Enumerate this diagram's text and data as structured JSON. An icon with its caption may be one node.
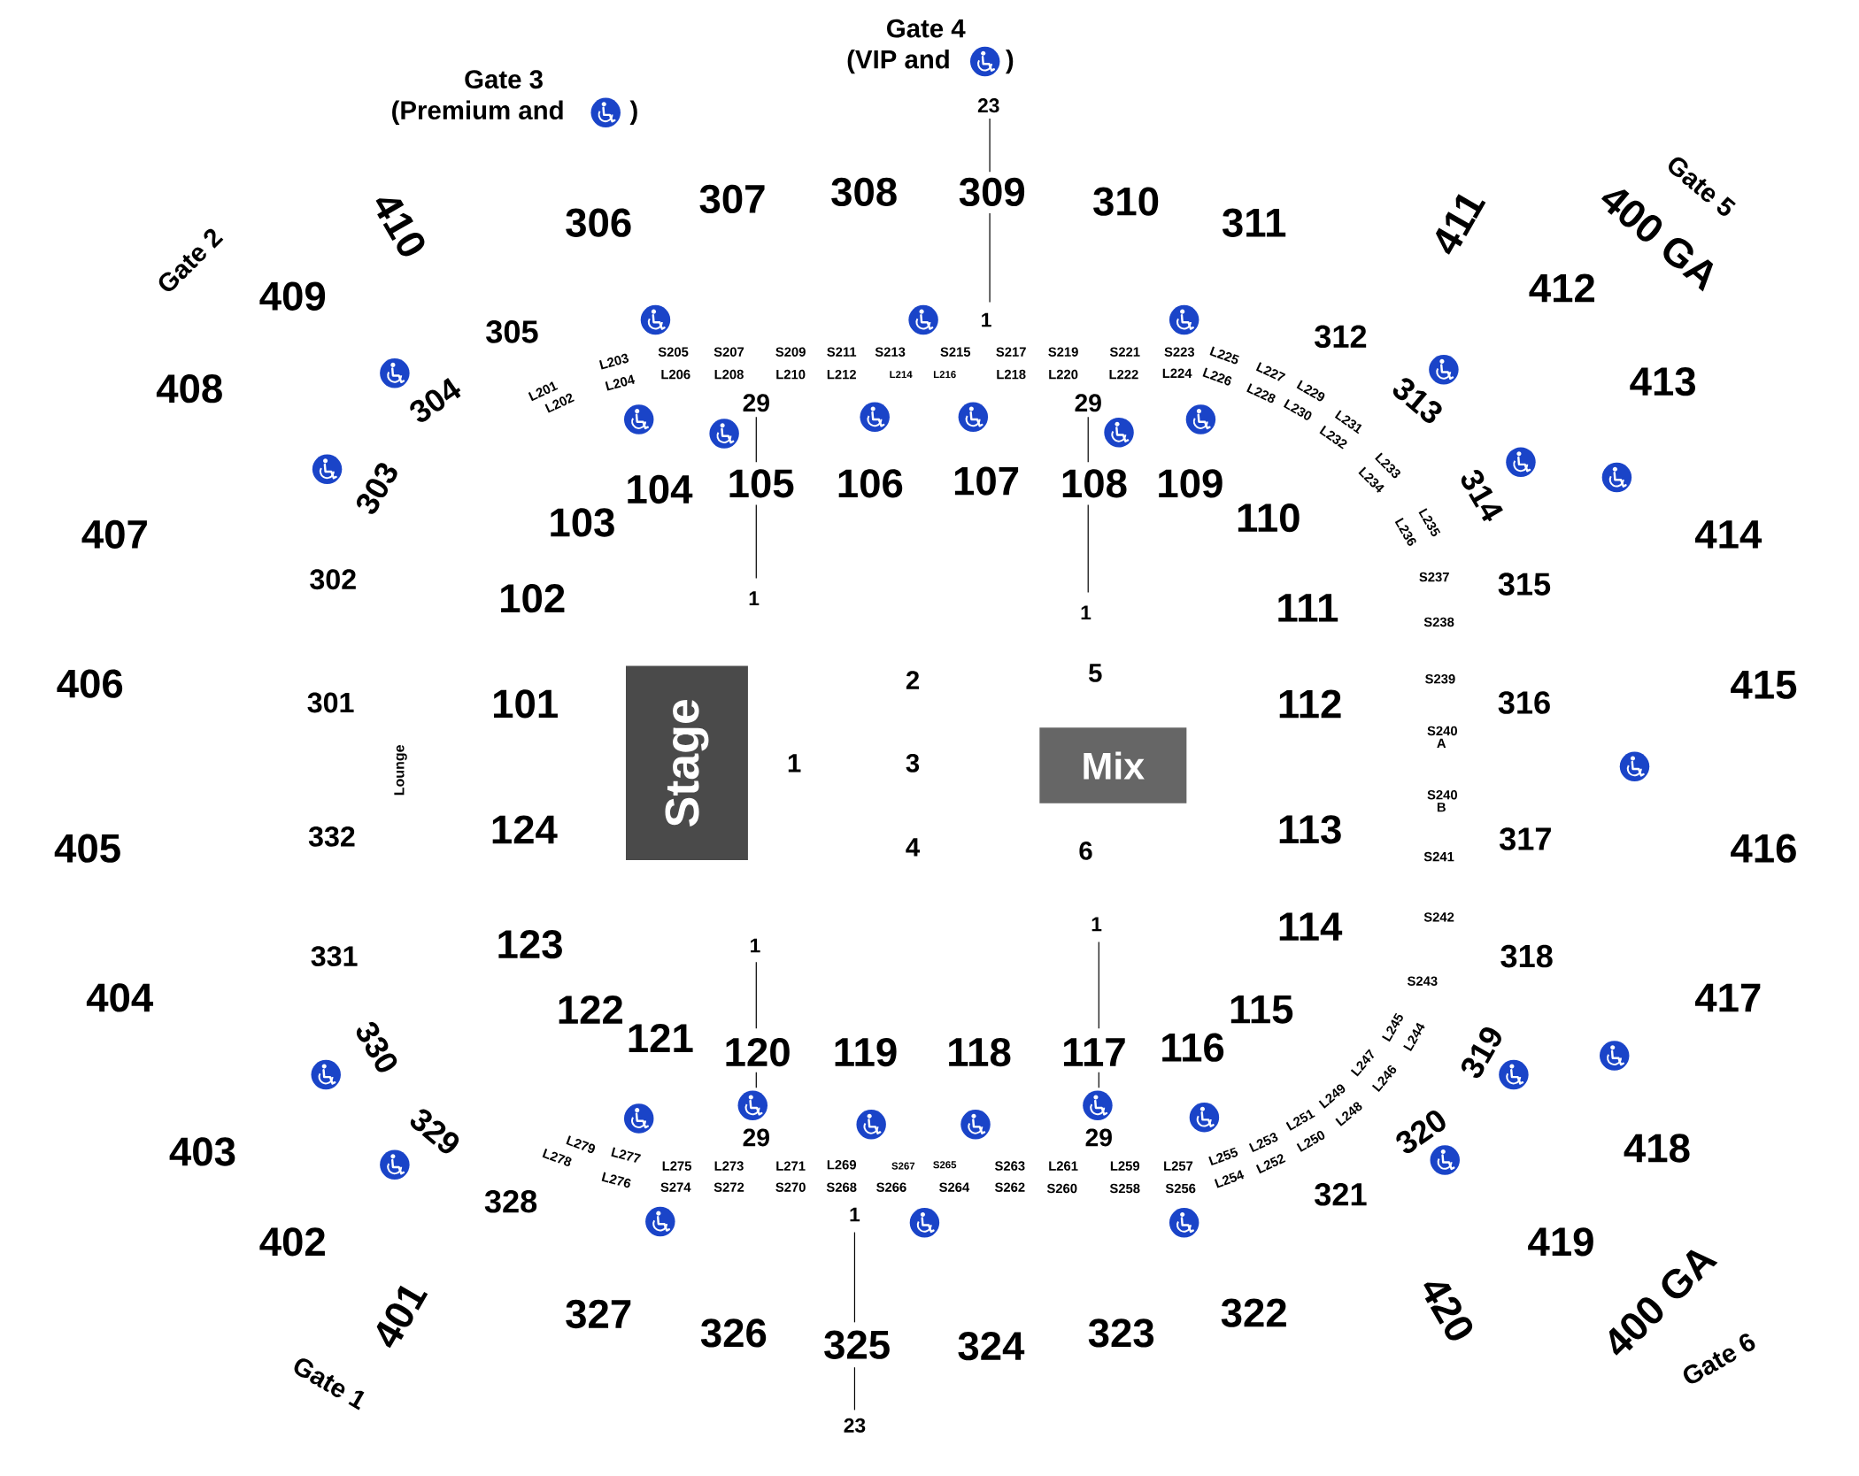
{
  "diagram": {
    "nodes": [
      {
        "text": [
          "Stage"
        ]
      },
      {
        "text": [
          "Mix"
        ]
      }
    ],
    "labels": [
      "Gate 3",
      "(Premium and",
      ")",
      "Gate 4",
      "(VIP and",
      ")",
      "23",
      "Gate 2",
      "410",
      "306",
      "307",
      "308",
      "309",
      "310",
      "311",
      "411",
      "Gate 5",
      "400 GA",
      "409",
      "412",
      "1",
      "305",
      "312",
      "408",
      "413",
      "304",
      "303",
      "313",
      "314",
      "L203",
      "L204",
      "L201",
      "L202",
      "S205",
      "L206",
      "S207",
      "L208",
      "S209",
      "L210",
      "S211",
      "L212",
      "S213",
      "L214",
      "S215",
      "L216",
      "S217",
      "L218",
      "S219",
      "L220",
      "S221",
      "L222",
      "S223",
      "L224",
      "L225",
      "L226",
      "L227",
      "L228",
      "L229",
      "L230",
      "L231",
      "L232",
      "29",
      "29",
      "104",
      "105",
      "106",
      "107",
      "108",
      "109",
      "L233",
      "L234",
      "407",
      "103",
      "110",
      "L236",
      "L235",
      "414",
      "302",
      "102",
      "1",
      "1",
      "S237",
      "315",
      "111",
      "S238",
      "406",
      "301",
      "Lounge",
      "101",
      "2",
      "5",
      "112",
      "S239",
      "316",
      "415",
      "1",
      "3",
      "S240 A",
      "S240 B",
      "405",
      "332",
      "124",
      "4",
      "6",
      "113",
      "S241",
      "317",
      "416",
      "S242",
      "1",
      "1",
      "114",
      "331",
      "123",
      "318",
      "S243",
      "404",
      "122",
      "121",
      "115",
      "417",
      "330",
      "319",
      "120",
      "119",
      "118",
      "117",
      "116",
      "403",
      "329",
      "29",
      "29",
      "L278",
      "L279",
      "L276",
      "L277",
      "L275",
      "S274",
      "L273",
      "S272",
      "L271",
      "S270",
      "L269",
      "S268",
      "S267",
      "S266",
      "S265",
      "S264",
      "S263",
      "S262",
      "L261",
      "S260",
      "L259",
      "S258",
      "L257",
      "S256",
      "L255",
      "L254",
      "L253",
      "L252",
      "L251",
      "L250",
      "L249",
      "L248",
      "L247",
      "L246",
      "L245",
      "L244",
      "320",
      "418",
      "328",
      "321",
      "1",
      "402",
      "419",
      "401",
      "327",
      "326",
      "325",
      "324",
      "323",
      "322",
      "420",
      "400 GA",
      "Gate 1",
      "Gate 6",
      "23"
    ]
  }
}
